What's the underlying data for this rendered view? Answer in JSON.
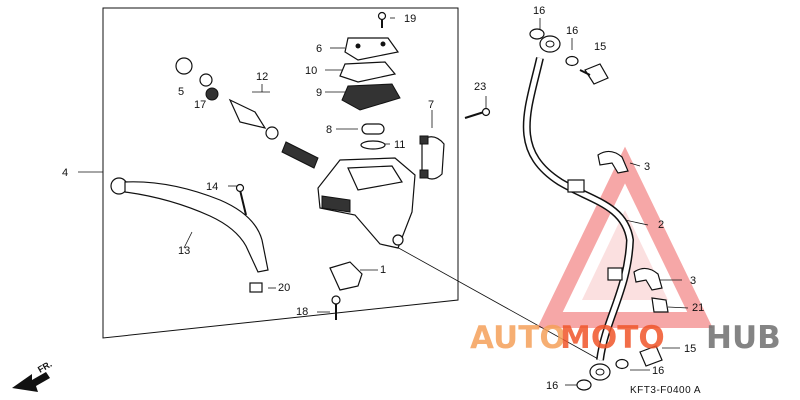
{
  "callouts": {
    "c1": "1",
    "c2": "2",
    "c3a": "3",
    "c3b": "3",
    "c4": "4",
    "c5": "5",
    "c6": "6",
    "c7": "7",
    "c8": "8",
    "c9": "9",
    "c10": "10",
    "c11": "11",
    "c12": "12",
    "c13": "13",
    "c14": "14",
    "c15a": "15",
    "c15b": "15",
    "c16a": "16",
    "c16b": "16",
    "c16c": "16",
    "c16d": "16",
    "c17": "17",
    "c18": "18",
    "c19": "19",
    "c20": "20",
    "c21": "21",
    "c23": "23"
  },
  "diagram_code": "KFT3-F0400 A",
  "direction_marker": "FR.",
  "watermark": {
    "part1": "AUTO",
    "part2": "MOTO",
    "part3": "HUB",
    "color_auto": "#f5a05a",
    "color_moto": "#f0552a",
    "color_hub": "#6f6f6f"
  }
}
